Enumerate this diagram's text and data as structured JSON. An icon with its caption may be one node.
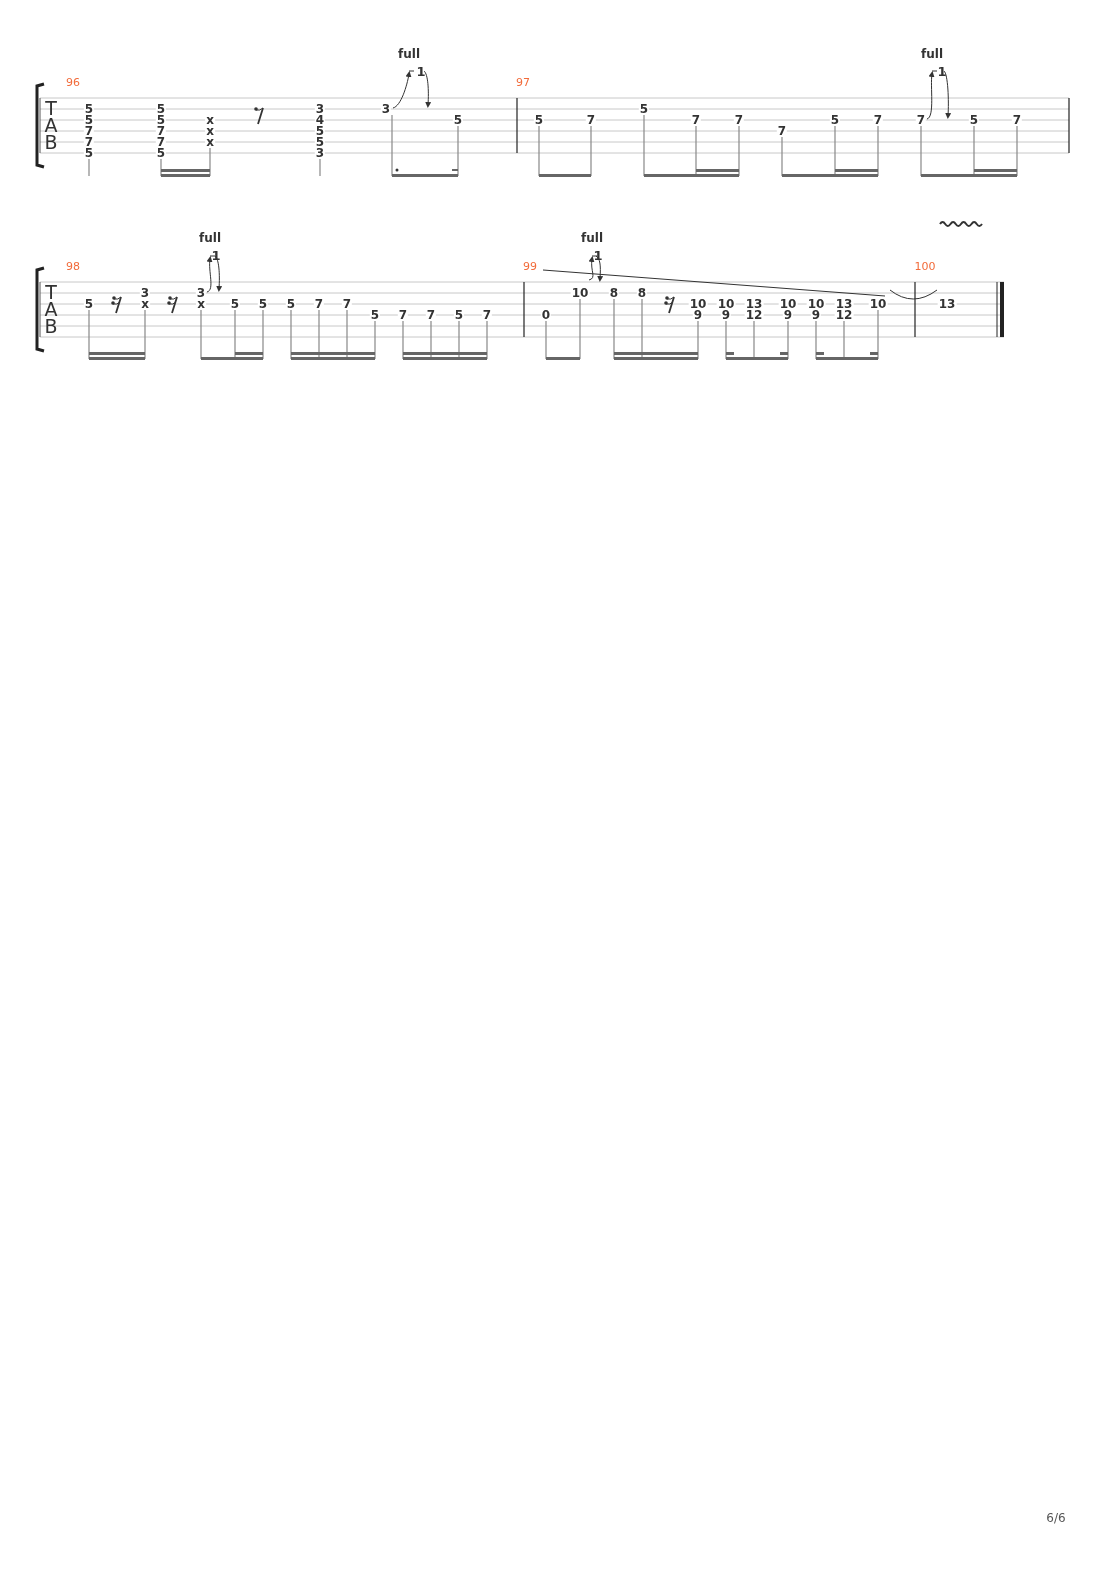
{
  "diagram": {
    "labels": [
      "full",
      "1",
      "full",
      "1",
      "96",
      "97",
      "T",
      "A",
      "B",
      "5",
      "5",
      "7",
      "7",
      "5",
      "5",
      "5",
      "7",
      "7",
      "5",
      "x",
      "x",
      "x",
      "3",
      "4",
      "5",
      "5",
      "3",
      "3",
      "5",
      "5",
      "7",
      "5",
      "7",
      "7",
      "7",
      "5",
      "7",
      "7",
      "5",
      "7",
      "full",
      "1",
      "full",
      "1",
      "98",
      "99",
      "100",
      "T",
      "A",
      "B",
      "5",
      "3",
      "x",
      "3",
      "x",
      "5",
      "5",
      "5",
      "7",
      "7",
      "5",
      "7",
      "7",
      "5",
      "7",
      "0",
      "10",
      "8",
      "8",
      "10",
      "9",
      "10",
      "9",
      "13",
      "12",
      "10",
      "9",
      "10",
      "9",
      "13",
      "12",
      "10",
      "13",
      "6/6"
    ]
  }
}
